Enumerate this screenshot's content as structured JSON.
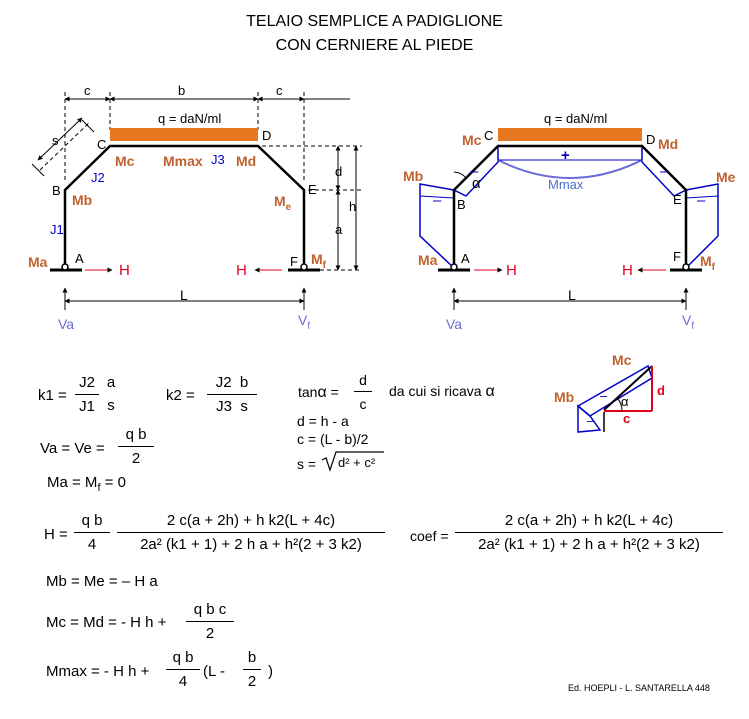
{
  "title": {
    "line1": "TELAIO SEMPLICE A PADIGLIONE",
    "line2": "CON CERNIERE AL PIEDE"
  },
  "colors": {
    "orange": "#e87722",
    "brown": "#c0622f",
    "blue": "#0000cc",
    "lightblue": "#4f6bd0",
    "red": "#e0001a",
    "purple": "#6a6ad8"
  },
  "left_frame": {
    "dim_c1": "c",
    "dim_b": "b",
    "dim_c2": "c",
    "dim_s": "s",
    "dim_d": "d",
    "dim_h": "h",
    "dim_a": "a",
    "dim_L": "L",
    "load": "q = daN/ml",
    "node_A": "A",
    "node_B": "B",
    "node_C": "C",
    "node_D": "D",
    "node_E": "E",
    "node_F": "F",
    "J1": "J1",
    "J2": "J2",
    "J3": "J3",
    "Mc": "Mc",
    "Md": "Md",
    "Mmax": "Mmax",
    "Mb": "Mb",
    "Ma": "Ma",
    "Me": "M",
    "Me_sub": "e",
    "Mf": "M",
    "Mf_sub": "f",
    "H_left": "H",
    "H_right": "H",
    "Va": "Va",
    "Vf": "V",
    "Vf_sub": "f"
  },
  "right_frame": {
    "load": "q = daN/ml",
    "Mc": "Mc",
    "Md": "Md",
    "Mb": "Mb",
    "Me": "Me",
    "Ma": "Ma",
    "Mf": "M",
    "Mf_sub": "f",
    "Mmax": "Mmax",
    "node_A": "A",
    "node_B": "B",
    "node_C": "C",
    "node_D": "D",
    "node_E": "E",
    "node_F": "F",
    "alpha": "α",
    "minus": "–",
    "plus": "+",
    "H_left": "H",
    "H_right": "H",
    "L": "L",
    "Va": "Va",
    "Vf": "V",
    "Vf_sub": "f"
  },
  "small_diagram": {
    "Mc": "Mc",
    "Mb": "Mb",
    "d": "d",
    "c": "c",
    "alpha": "α",
    "minus": "–"
  },
  "formulas": {
    "k1_lhs": "k1 =",
    "k1_num": "J2",
    "k1_den": "J1",
    "k1_num2": "a",
    "k1_den2": "s",
    "k2_lhs": "k2 =",
    "k2_num": "J2",
    "k2_den": "J3",
    "k2_num2": "b",
    "k2_den2": "s",
    "tan_lhs": "tan",
    "tan_alpha": "α",
    "tan_eq": "=",
    "tan_num": "d",
    "tan_den": "c",
    "tan_text": "da cui si ricava",
    "tan_alpha2": "α",
    "d_eq": "d = h - a",
    "c_eq": "c = (L - b)/2",
    "s_lhs": "s =",
    "s_rad": "d² + c²",
    "Va_lhs": "Va = Ve =",
    "Va_num": "q b",
    "Va_den": "2",
    "Ma_lhs": "Ma = M",
    "Ma_sub": "f",
    "Ma_rhs": " = 0",
    "H_lhs": "H =",
    "H_num1": "q b",
    "H_den1": "4",
    "H_num2": "2 c(a + 2h) + h k2(L + 4c)",
    "H_den2": "2a² (k1 + 1) + 2 h a + h²(2 + 3 k2)",
    "coef_lhs": "coef =",
    "coef_num": "2 c(a + 2h) + h k2(L + 4c)",
    "coef_den": "2a² (k1 + 1) + 2 h a + h²(2 + 3 k2)",
    "Mb_eq": "Mb = Me = – H a",
    "Mc_lhs": "Mc = Md = - H h +",
    "Mc_num": "q b c",
    "Mc_den": "2",
    "Mmax_lhs": "Mmax = - H h +",
    "Mmax_num": "q b",
    "Mmax_den": "4",
    "Mmax_paren_open": "(L -",
    "Mmax_num2": "b",
    "Mmax_den2": "2",
    "Mmax_paren_close": ")"
  },
  "credit": "Ed. HOEPLI - L. SANTARELLA  448"
}
